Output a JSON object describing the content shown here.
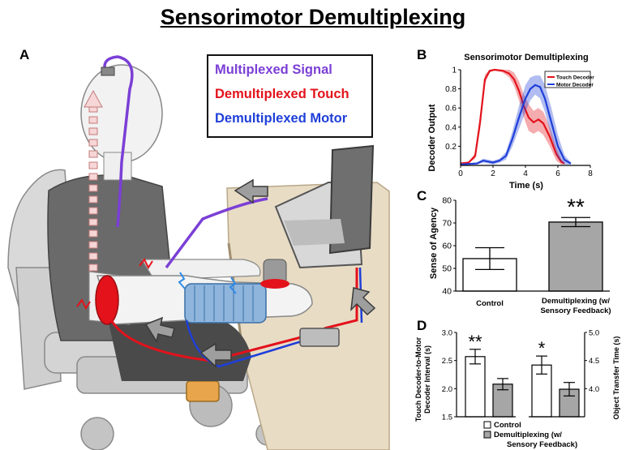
{
  "title": "Sensorimotor Demultiplexing",
  "panels": {
    "a": "A",
    "b": "B",
    "c": "C",
    "d": "D"
  },
  "illustration_legend": {
    "multiplexed": "Multiplexed Signal",
    "touch": "Demultiplexed Touch",
    "motor": "Demultiplexed Motor"
  },
  "colors": {
    "multiplexed": "#7b3fd6",
    "touch": "#e3121b",
    "motor": "#1f3fd8",
    "bar_control": "#ffffff",
    "bar_demux": "#a6a6a6",
    "desk": "#e8dcc5"
  },
  "chart_data": [
    {
      "type": "line",
      "title": "Sensorimotor Demultiplexing",
      "xlabel": "Time (s)",
      "ylabel": "Decoder Output",
      "xlim": [
        0,
        8
      ],
      "ylim": [
        0,
        1
      ],
      "xticks": [
        "0",
        "2",
        "4",
        "6",
        "8"
      ],
      "yticks": [
        "0.2",
        "0.4",
        "0.6",
        "0.8",
        "1"
      ],
      "legend_position": "top-right",
      "series": [
        {
          "name": "Touch Decoder",
          "color": "#e3121b",
          "x": [
            0,
            0.5,
            0.9,
            1.2,
            1.5,
            1.8,
            2.1,
            2.6,
            3.0,
            3.3,
            3.6,
            3.9,
            4.2,
            4.5,
            4.8,
            5.1,
            5.5,
            5.9,
            6.2,
            6.4
          ],
          "y": [
            0.02,
            0.03,
            0.1,
            0.45,
            0.9,
            0.99,
            1.0,
            0.99,
            0.96,
            0.9,
            0.78,
            0.62,
            0.5,
            0.45,
            0.48,
            0.44,
            0.3,
            0.12,
            0.04,
            0.02
          ],
          "band": [
            0,
            0,
            0.03,
            0.08,
            0.05,
            0.02,
            0.01,
            0.02,
            0.04,
            0.07,
            0.1,
            0.12,
            0.14,
            0.12,
            0.12,
            0.12,
            0.1,
            0.07,
            0.03,
            0.01
          ]
        },
        {
          "name": "Motor Decoder",
          "color": "#1f3fd8",
          "x": [
            0,
            1.0,
            1.4,
            1.7,
            2.0,
            2.4,
            2.8,
            3.2,
            3.6,
            4.0,
            4.3,
            4.6,
            4.9,
            5.2,
            5.6,
            6.0,
            6.4,
            6.8
          ],
          "y": [
            0.01,
            0.02,
            0.05,
            0.04,
            0.03,
            0.05,
            0.1,
            0.28,
            0.5,
            0.7,
            0.8,
            0.84,
            0.82,
            0.7,
            0.45,
            0.2,
            0.06,
            0.02
          ],
          "band": [
            0,
            0.01,
            0.02,
            0.02,
            0.02,
            0.02,
            0.04,
            0.08,
            0.12,
            0.14,
            0.12,
            0.1,
            0.12,
            0.14,
            0.15,
            0.12,
            0.05,
            0.01
          ]
        }
      ]
    },
    {
      "type": "bar",
      "ylabel": "Sense of Agency",
      "ylim": [
        40,
        80
      ],
      "yticks": [
        "40",
        "50",
        "60",
        "70",
        "80"
      ],
      "categories": [
        "Control",
        "Demultiplexing (w/ Sensory Feedback)"
      ],
      "values": [
        54.3,
        70.4
      ],
      "errors": [
        4.8,
        2.0
      ],
      "significance": [
        "",
        "**"
      ]
    },
    {
      "type": "bar",
      "ylabel_left": "Touch Decoder-to-Motor Decoder Interval (s)",
      "ylim_left": [
        1.5,
        3.0
      ],
      "yticks_left": [
        "1.5",
        "2.0",
        "2.5",
        "3.0"
      ],
      "ylabel_right": "Object Transfer Time (s)",
      "ylim_right": [
        3.5,
        5.0
      ],
      "yticks_right": [
        "4.0",
        "4.5",
        "5.0"
      ],
      "series": [
        {
          "name": "Control",
          "values_left": [
            2.57
          ],
          "errors_left": [
            0.13
          ],
          "values_right": [
            4.42
          ],
          "errors_right": [
            0.16
          ],
          "significance": [
            "**",
            "*"
          ]
        },
        {
          "name": "Demultiplexing (w/ Sensory Feedback)",
          "values_left": [
            2.08
          ],
          "errors_left": [
            0.1
          ],
          "values_right": [
            3.99
          ],
          "errors_right": [
            0.12
          ]
        }
      ]
    }
  ]
}
